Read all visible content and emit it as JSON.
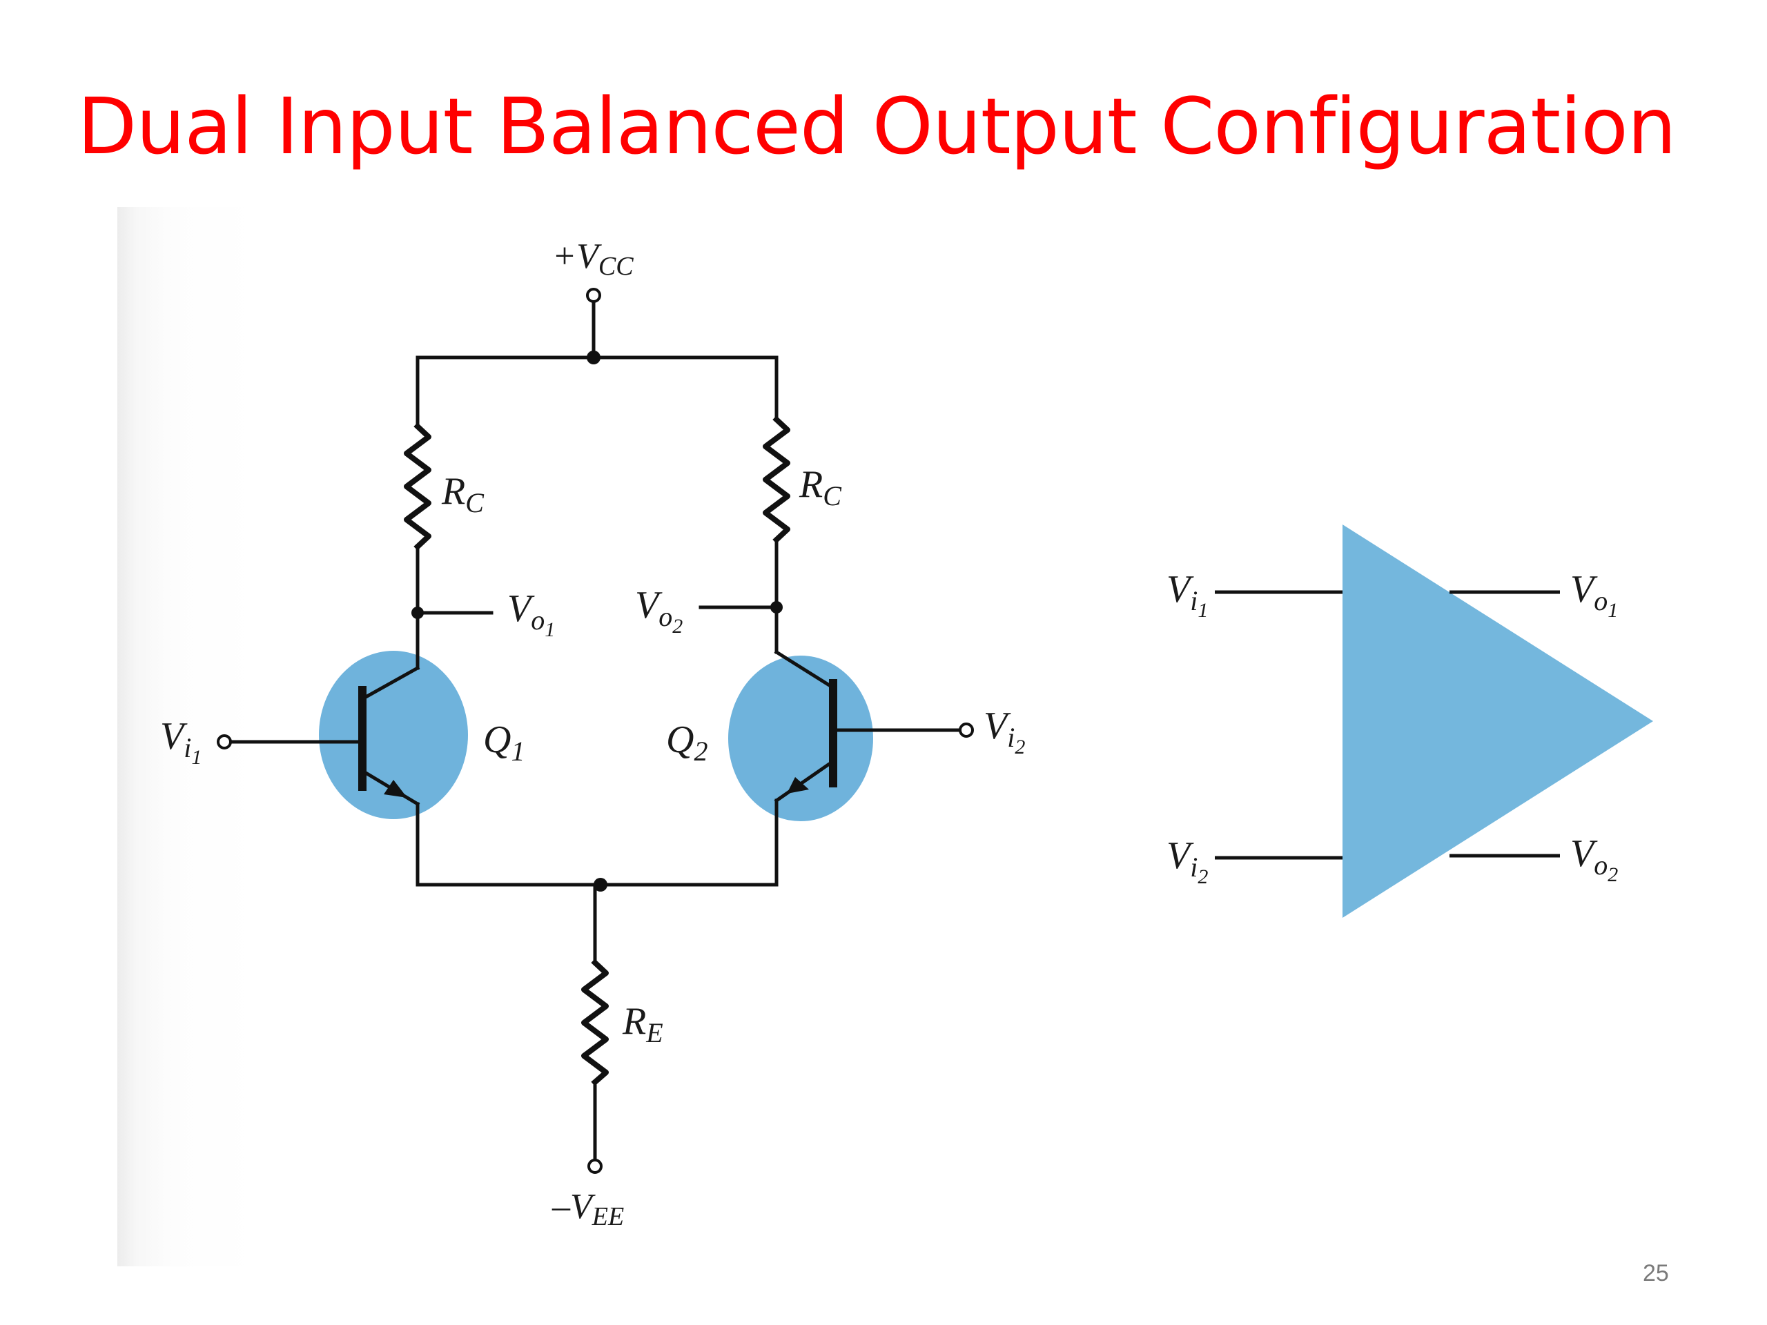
{
  "slide": {
    "title": "Dual Input Balanced Output Configuration",
    "title_color": "#ff0000",
    "page_number": "25"
  },
  "circuit": {
    "vcc": {
      "main": "+V",
      "sub": "CC"
    },
    "vee": {
      "main": "–V",
      "sub": "EE"
    },
    "rc_left": {
      "main": "R",
      "sub": "C"
    },
    "rc_right": {
      "main": "R",
      "sub": "C"
    },
    "re": {
      "main": "R",
      "sub": "E"
    },
    "vo1": {
      "main": "V",
      "sub": "o",
      "subsub": "1"
    },
    "vo2": {
      "main": "V",
      "sub": "o",
      "subsub": "2"
    },
    "vi1": {
      "main": "V",
      "sub": "i",
      "subsub": "1"
    },
    "vi2": {
      "main": "V",
      "sub": "i",
      "subsub": "2"
    },
    "q1": {
      "main": "Q",
      "sub": "1"
    },
    "q2": {
      "main": "Q",
      "sub": "2"
    },
    "highlight_color": "#6fb3dc"
  },
  "amplifier_block": {
    "vi1": {
      "main": "V",
      "sub": "i",
      "subsub": "1"
    },
    "vi2": {
      "main": "V",
      "sub": "i",
      "subsub": "2"
    },
    "vo1": {
      "main": "V",
      "sub": "o",
      "subsub": "1"
    },
    "vo2": {
      "main": "V",
      "sub": "o",
      "subsub": "2"
    },
    "fill_color": "#74b7dd"
  }
}
